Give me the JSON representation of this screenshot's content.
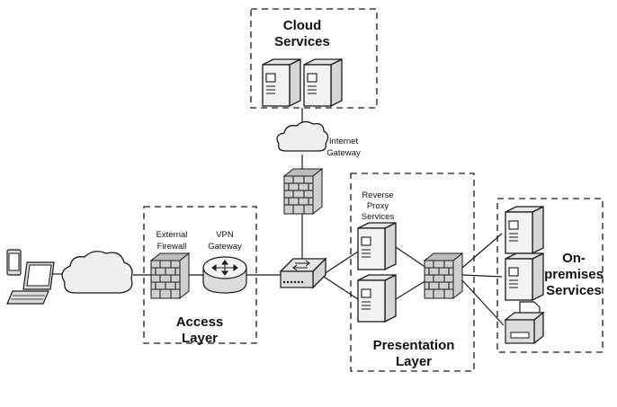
{
  "zones": {
    "cloud": "Cloud Services",
    "access": "Access Layer",
    "presentation": "Presentation Layer",
    "onprem": "On-premises Services"
  },
  "labels": {
    "internet_gateway": "Internet Gateway",
    "reverse_proxy": "Reverse Proxy Services",
    "external_firewall": "External Firewall",
    "vpn_gateway": "VPN Gateway"
  },
  "icons": [
    "cloud-server-icon",
    "internet-gateway-cloud-icon",
    "firewall-icon",
    "external-firewall-icon",
    "vpn-router-icon",
    "switch-icon",
    "reverse-proxy-server-icon",
    "presentation-firewall-icon",
    "onprem-server-icon",
    "printer-icon",
    "smartphone-icon",
    "laptop-icon",
    "internet-cloud-icon"
  ]
}
